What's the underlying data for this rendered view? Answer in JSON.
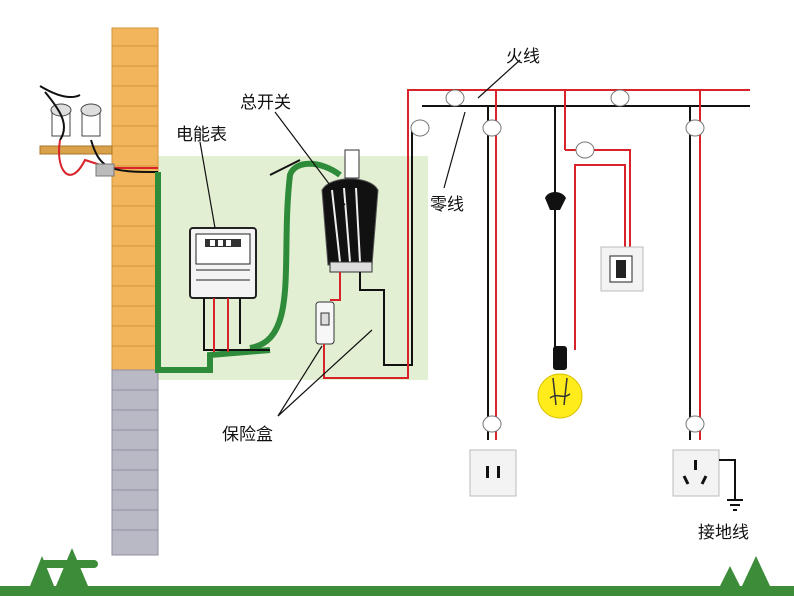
{
  "labels": {
    "live_wire": "火线",
    "neutral_wire": "零线",
    "main_switch": "总开关",
    "energy_meter": "电能表",
    "fuse_box": "保险盒",
    "ground_wire": "接地线"
  },
  "colors": {
    "live": "#d8232a",
    "neutral": "#111111",
    "service": "#2e8b3a",
    "panel_bg": "#e3efd3",
    "brick": "#f2b55c",
    "brick_gray": "#b9b9c6",
    "ground_strip": "#3c8c3a"
  }
}
